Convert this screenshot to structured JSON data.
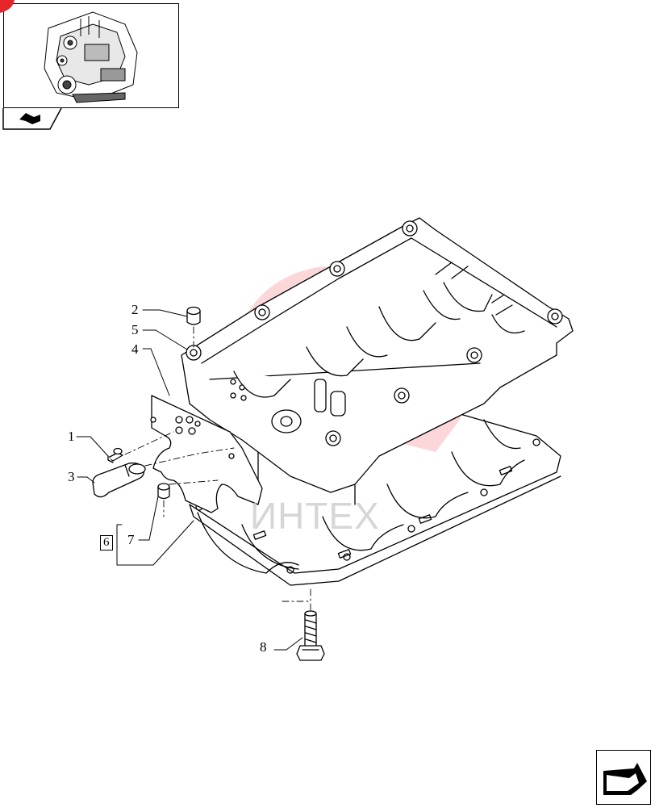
{
  "watermark": {
    "text": "ИНТЕХ",
    "color": "#e8242b"
  },
  "thumbnail": {
    "icon": "engine-thumbnail-icon",
    "tab_icon": "book-navigation-icon"
  },
  "nav": {
    "icon": "next-page-arrow-icon"
  },
  "callouts": [
    {
      "id": "1",
      "label": "1"
    },
    {
      "id": "2",
      "label": "2"
    },
    {
      "id": "3",
      "label": "3"
    },
    {
      "id": "4",
      "label": "4"
    },
    {
      "id": "5",
      "label": "5"
    },
    {
      "id": "6",
      "label": "6"
    },
    {
      "id": "7",
      "label": "7"
    },
    {
      "id": "8",
      "label": "8"
    }
  ]
}
